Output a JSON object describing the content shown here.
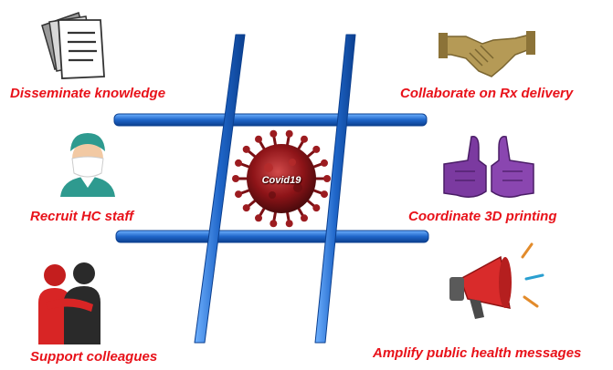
{
  "center": {
    "label": "Covid19"
  },
  "items": {
    "disseminate": "Disseminate knowledge",
    "collaborate": "Collaborate on Rx delivery",
    "recruit": "Recruit HC staff",
    "coordinate": "Coordinate 3D printing",
    "support": "Support colleagues",
    "amplify": "Amplify public health messages"
  },
  "icons": {
    "top_left": "documents-icon",
    "top_right": "handshake-icon",
    "middle_left": "doctor-icon",
    "middle_right": "gloved-thumbs-up-icon",
    "bottom_left": "embracing-people-icon",
    "bottom_right": "megaphone-icon",
    "center": "virus-icon"
  },
  "colors": {
    "label": "#e8121a",
    "hashtag": "#1f66c9",
    "virus": "#8e1418",
    "handshake": "#b59a56",
    "gloves": "#7b3aa0",
    "doctor_scrubs": "#2e9a8f",
    "megaphone": "#d92b2b",
    "people": "#d82525"
  }
}
